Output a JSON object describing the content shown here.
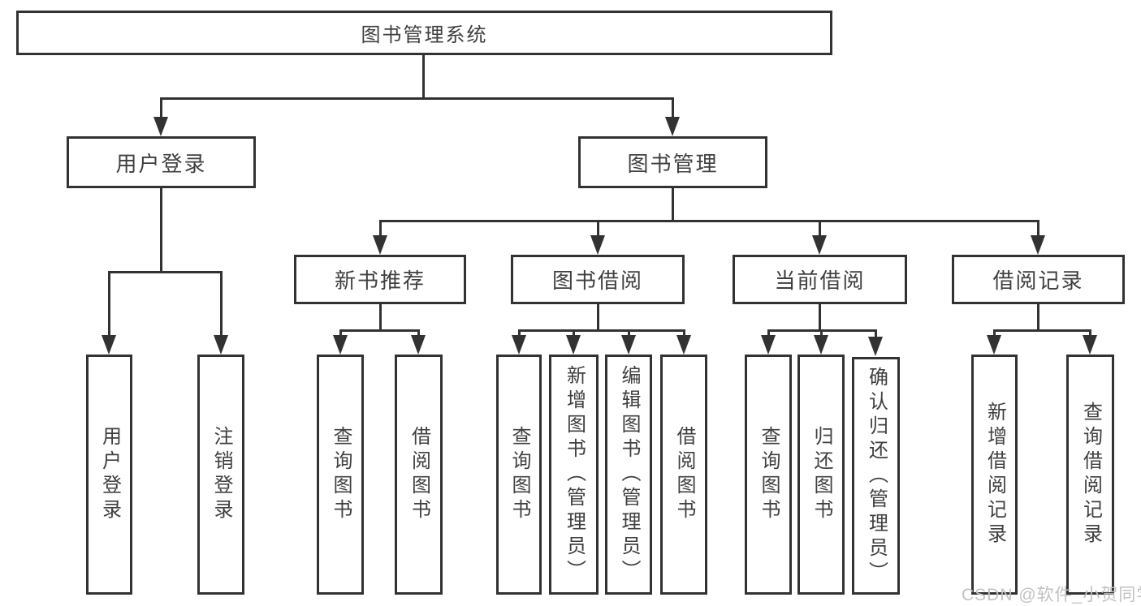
{
  "diagram": {
    "root": {
      "label": "图书管理系统"
    },
    "level2": {
      "user_login": {
        "label": "用户登录"
      },
      "book_mgmt": {
        "label": "图书管理"
      }
    },
    "level3": {
      "new_book": {
        "label": "新书推荐"
      },
      "book_borrow": {
        "label": "图书借阅"
      },
      "current_borrow": {
        "label": "当前借阅"
      },
      "borrow_record": {
        "label": "借阅记录"
      }
    },
    "leaves": {
      "user_login_leaf": {
        "label": "用户登录"
      },
      "logout": {
        "label": "注销登录"
      },
      "nb_query": {
        "label": "查询图书"
      },
      "nb_borrow": {
        "label": "借阅图书"
      },
      "bb_query": {
        "label": "查询图书"
      },
      "bb_add": {
        "label": "新增图书（管理员）"
      },
      "bb_edit": {
        "label": "编辑图书（管理员）"
      },
      "bb_borrow": {
        "label": "借阅图书"
      },
      "cb_query": {
        "label": "查询图书"
      },
      "cb_return": {
        "label": "归还图书"
      },
      "cb_confirm": {
        "label": "确认归还（管理员）"
      },
      "br_add": {
        "label": "新增借阅记录"
      },
      "br_query": {
        "label": "查询借阅记录"
      }
    }
  },
  "watermark": {
    "text": "CSDN @软件_小贺同学"
  },
  "colors": {
    "line": "#323232",
    "text": "#3f3f3f",
    "watermark": "#c2c2c2",
    "background": "#ffffff"
  }
}
